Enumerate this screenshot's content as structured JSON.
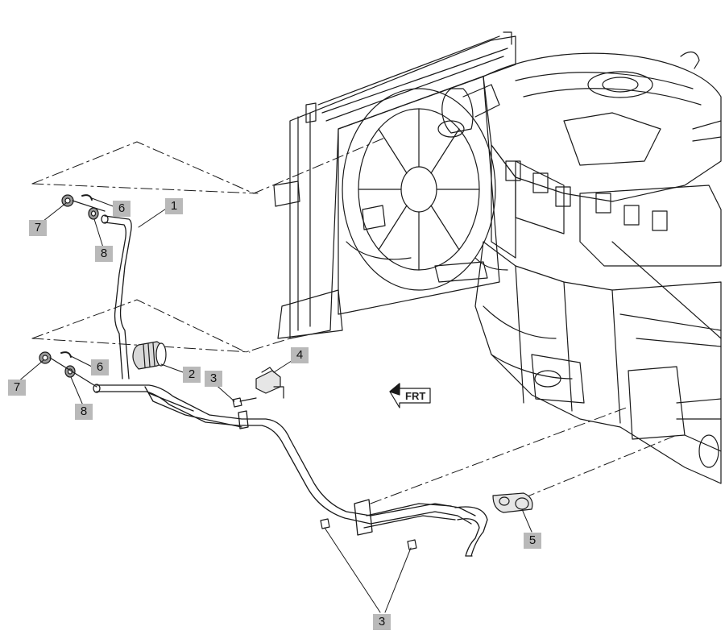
{
  "callouts": {
    "c1": "1",
    "c2": "2",
    "c3a": "3",
    "c3b": "3",
    "c4": "4",
    "c5": "5",
    "c6a": "6",
    "c6b": "6",
    "c7a": "7",
    "c7b": "7",
    "c8a": "8",
    "c8b": "8"
  },
  "forward_arrow_label": "FRT",
  "colors": {
    "line": "#1a1a1a",
    "callout_bg": "#b9b9b9",
    "background": "#ffffff"
  }
}
